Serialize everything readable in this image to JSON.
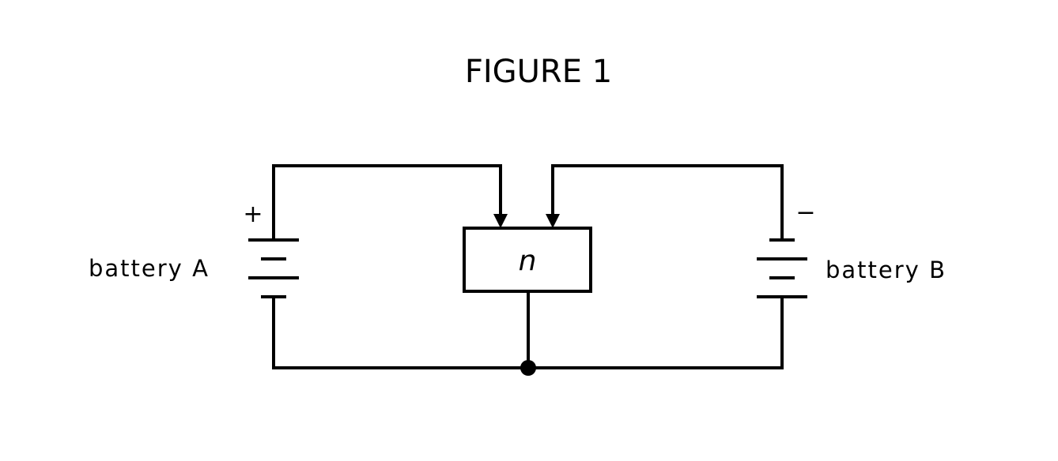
{
  "figure": {
    "title": "FIGURE 1"
  },
  "circuit": {
    "battery_a": {
      "label": "battery A",
      "terminal_sign": "+"
    },
    "battery_b": {
      "label": "battery B",
      "terminal_sign": "−"
    },
    "device": {
      "label": "n"
    }
  }
}
